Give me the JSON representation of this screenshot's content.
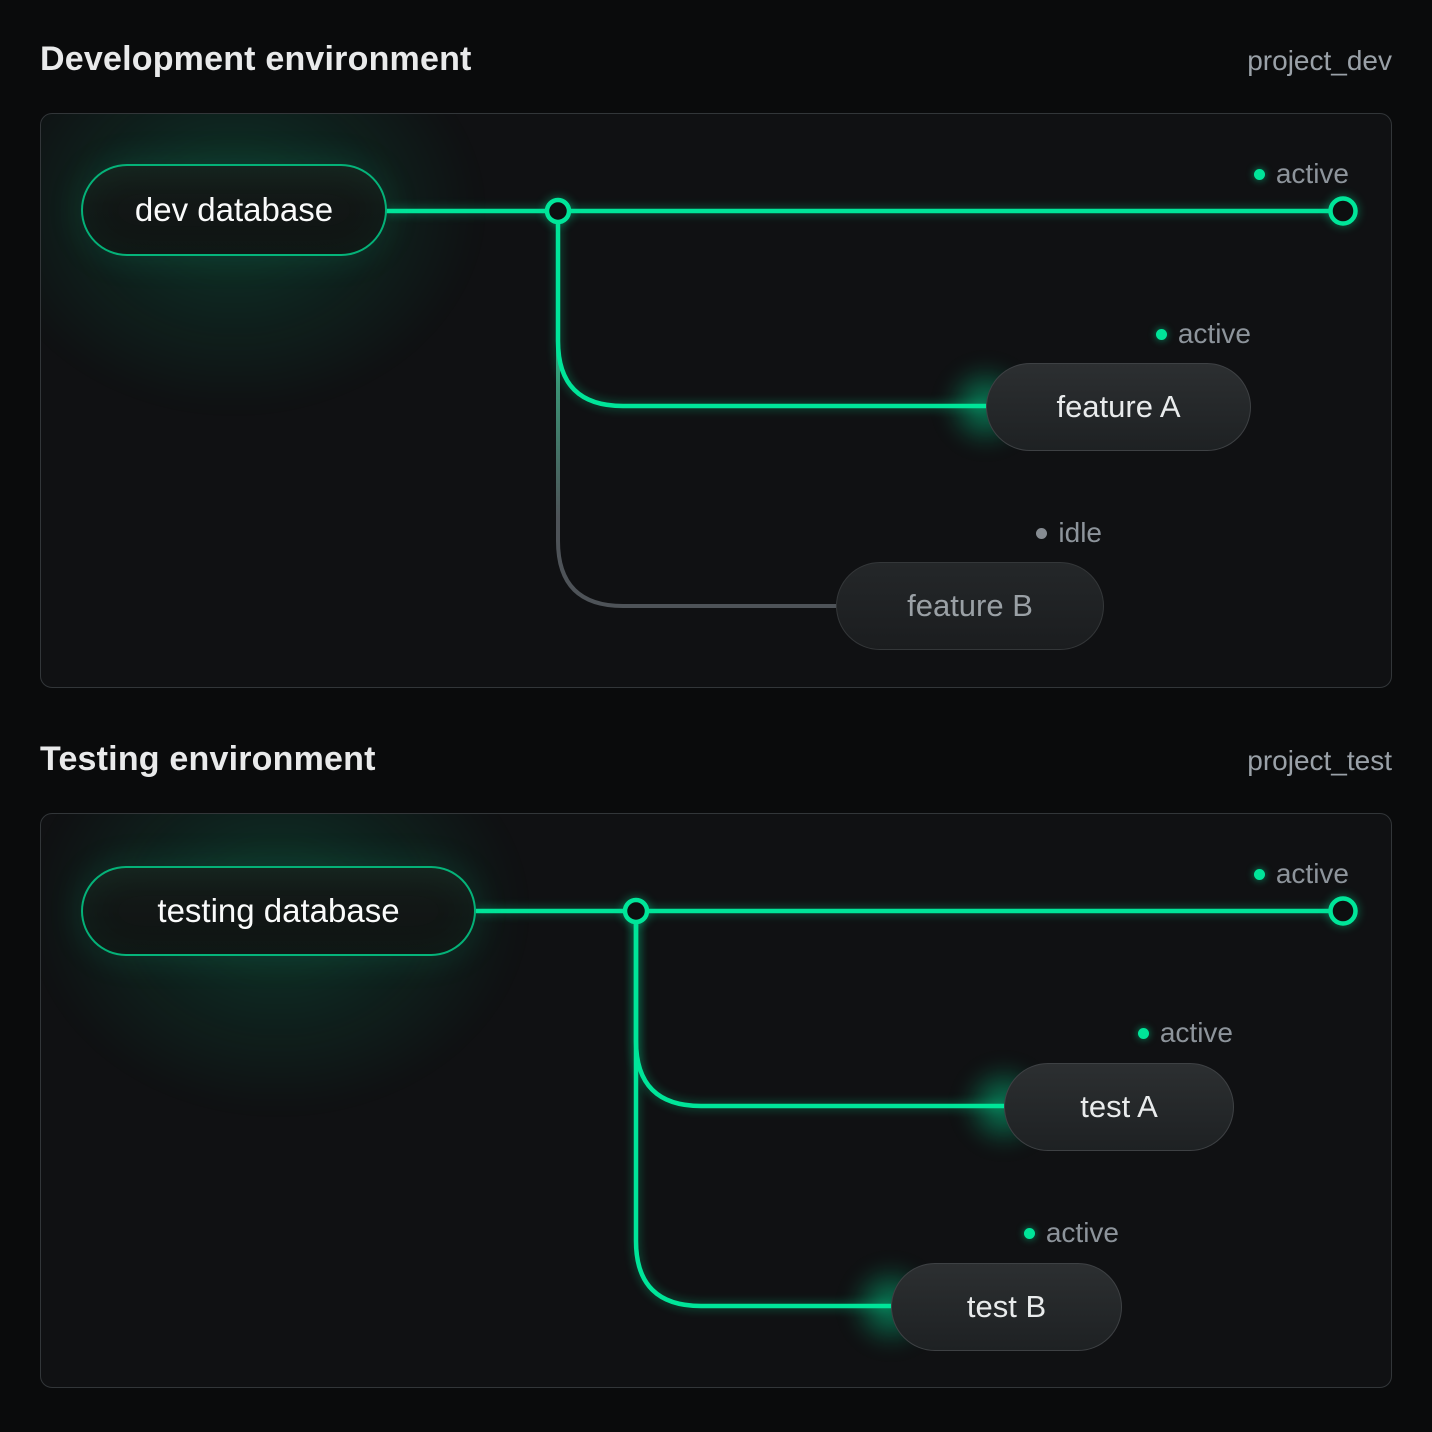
{
  "colors": {
    "accent_green": "#00e599",
    "idle_gray": "#868c92",
    "status_text": "#8d949b",
    "panel_background": "#101113",
    "page_background": "#0a0b0c"
  },
  "sections": [
    {
      "title": "Development environment",
      "project": "project_dev",
      "database": {
        "label": "dev database"
      },
      "main_branch": {
        "status_label": "active",
        "state": "active"
      },
      "branches": [
        {
          "label": "feature A",
          "status_label": "active",
          "state": "active"
        },
        {
          "label": "feature B",
          "status_label": "idle",
          "state": "idle"
        }
      ]
    },
    {
      "title": "Testing environment",
      "project": "project_test",
      "database": {
        "label": "testing database"
      },
      "main_branch": {
        "status_label": "active",
        "state": "active"
      },
      "branches": [
        {
          "label": "test A",
          "status_label": "active",
          "state": "active"
        },
        {
          "label": "test B",
          "status_label": "active",
          "state": "active"
        }
      ]
    }
  ]
}
